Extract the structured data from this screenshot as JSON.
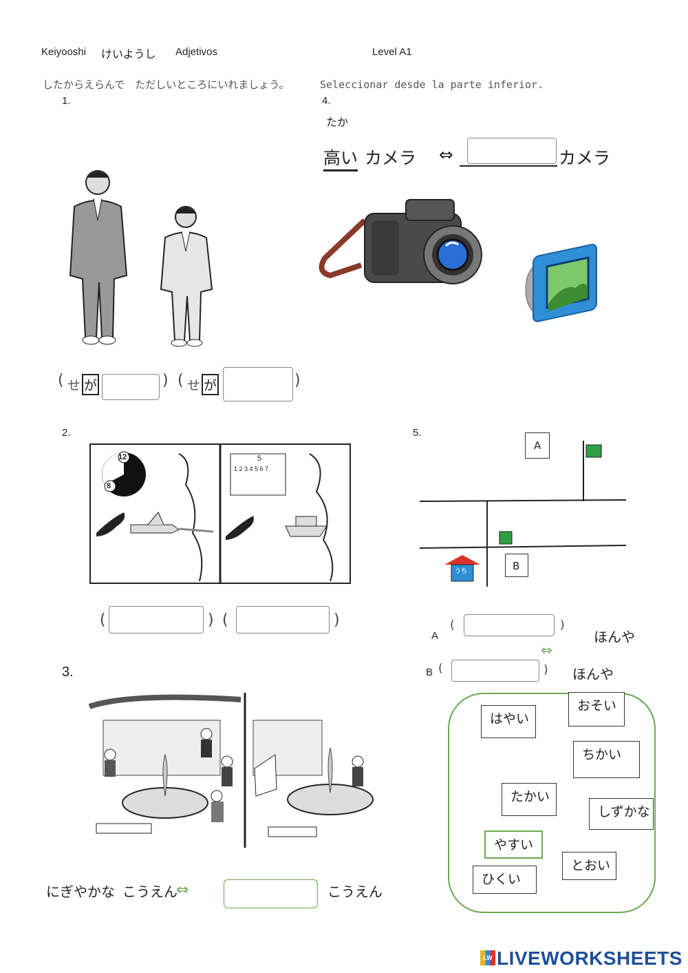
{
  "header": {
    "title_romaji": "Keiyooshi",
    "title_kana": "けいようし",
    "title_es": "Adjetivos",
    "level": "Level A1"
  },
  "instruction": {
    "jp": "したからえらんで　ただしいところにいれましょう。",
    "es": "Seleccionar desde la parte inferior."
  },
  "q1": {
    "number": "1.",
    "paren_open": "(",
    "paren_close": ")",
    "se": "せ",
    "ga": "が"
  },
  "q2": {
    "number": "2.",
    "calendar_month": "5",
    "calendar_days": "1 2 3 4 5 6 7",
    "clock_top": "12",
    "clock_bottom": "8"
  },
  "q3": {
    "number": "3.",
    "left_adj": "にぎやかな",
    "noun1": "こうえん",
    "noun2": "こうえん"
  },
  "q4": {
    "number": "4.",
    "hint": "たか",
    "left_kanji": "高い",
    "left_noun": "カメラ",
    "right_noun": "カメラ"
  },
  "q5": {
    "number": "5.",
    "label_a_map": "A",
    "label_b_map": "B",
    "uchi": "うち",
    "row_a_label": "A",
    "row_b_label": "B",
    "honya_a": "ほんや",
    "honya_b": "ほんや"
  },
  "word_bank": [
    "はやい",
    "おそい",
    "ちかい",
    "たかい",
    "しずかな",
    "やすい",
    "とおい",
    "ひくい"
  ],
  "footer": {
    "brand_lw": "LW",
    "brand": "LIVEWORKSHEETS"
  },
  "colors": {
    "accent_green": "#6aa84f",
    "camera_blue": "#2e8fd6"
  }
}
